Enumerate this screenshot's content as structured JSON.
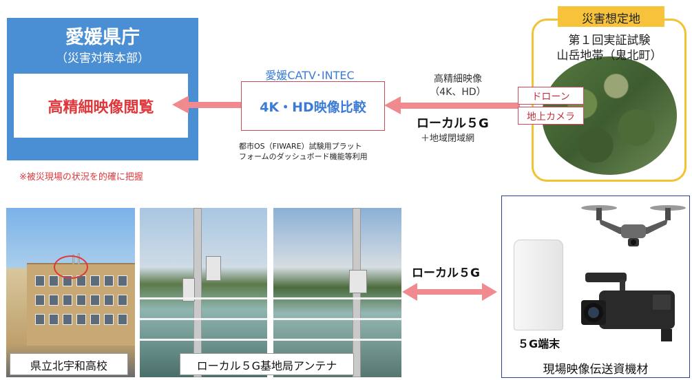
{
  "prefecture": {
    "title": "愛媛県庁",
    "subtitle": "（災害対策本部）",
    "view_label": "高精細映像閲覧",
    "note": "※被災現場の状況を的確に把握"
  },
  "catv": {
    "label": "愛媛CATV･INTEC",
    "compare_label": "4K・HD映像比較",
    "fiware_line1": "都市OS（FIWARE）試験用プラット",
    "fiware_line2": "フォームのダッシュボード機能等利用"
  },
  "link": {
    "video_line1": "高精細映像",
    "video_line2": "（4K、HD）",
    "network": "ローカル５G",
    "network_extra": "＋地域閉域網"
  },
  "site": {
    "tag": "災害想定地",
    "line1": "第１回実証試験",
    "line2": "山岳地帯（鬼北町）",
    "sources": [
      "ドローン",
      "地上カメラ"
    ]
  },
  "photos": {
    "school_caption": "県立北宇和高校",
    "antenna_caption": "ローカル５G基地局アンテナ"
  },
  "bottom_link": "ローカル５G",
  "equipment": {
    "terminal_label": "５G端末",
    "caption": "現場映像伝送資機材"
  },
  "colors": {
    "arrow": "#f08a8f",
    "pref_blue": "#4a8fd4",
    "highlight_red": "#e0373b",
    "site_yellow": "#f6c33a"
  }
}
